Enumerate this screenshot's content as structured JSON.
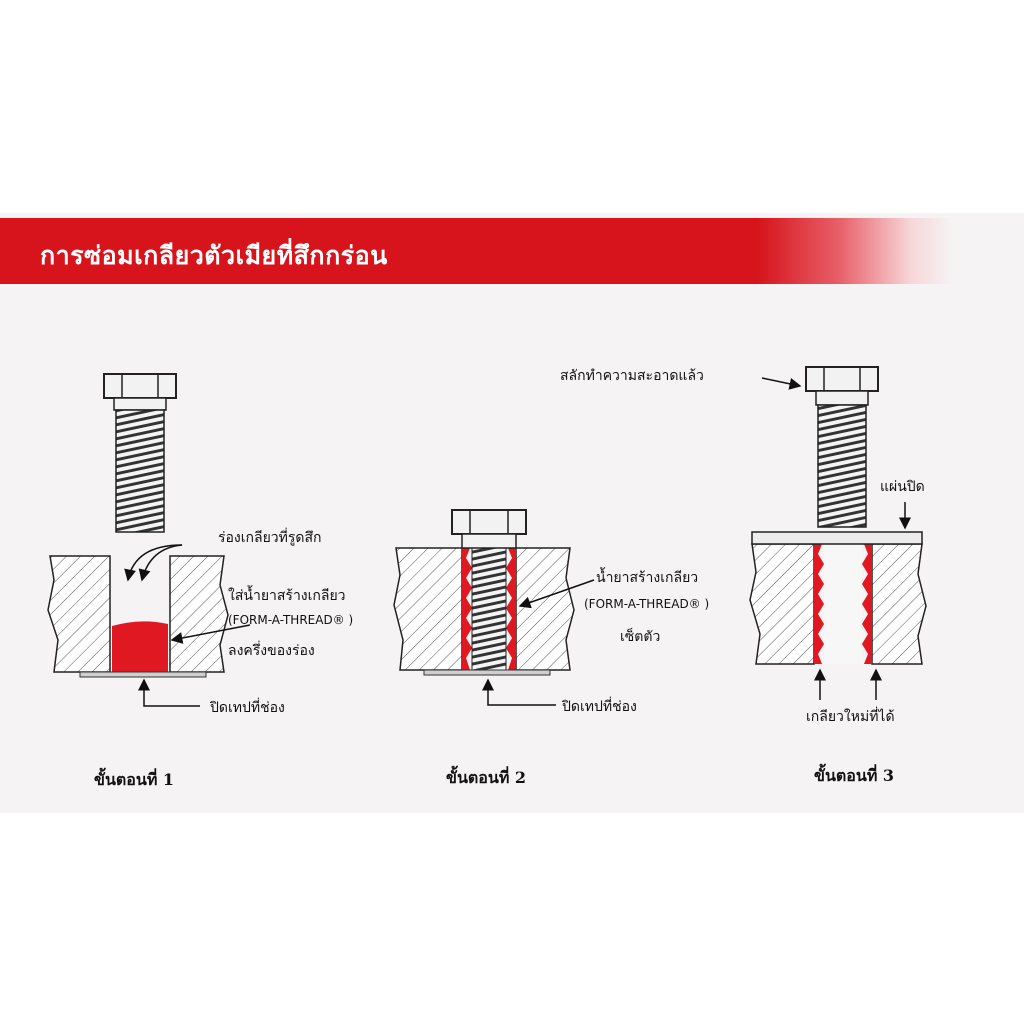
{
  "title": "การซ่อมเกลียวตัวเมียที่สึกกร่อน",
  "colors": {
    "accent": "#d7141c",
    "thread_fill": "#e01822",
    "background": "#f5f3f3"
  },
  "steps": [
    {
      "label": "ขั้นตอนที่ 1",
      "callouts": {
        "worn_thread": "ร่องเกลียวที่รูดสึก",
        "apply_line1": "ใส่น้ำยาสร้างเกลียว",
        "apply_line2": "(FORM-A-THREAD® )",
        "apply_line3": "ลงครึ่งของร่อง",
        "tape": "ปิดเทปที่ช่อง"
      }
    },
    {
      "label": "ขั้นตอนที่ 2",
      "callouts": {
        "compound_line1": "น้ำยาสร้างเกลียว",
        "compound_line2": "(FORM-A-THREAD® )",
        "compound_line3": "เซ็ตตัว",
        "tape": "ปิดเทปที่ช่อง"
      }
    },
    {
      "label": "ขั้นตอนที่ 3",
      "callouts": {
        "clean_bolt": "สลักทำความสะอาดแล้ว",
        "cover_plate": "แผ่นปิด",
        "new_thread": "เกลียวใหม่ที่ได้"
      }
    }
  ]
}
